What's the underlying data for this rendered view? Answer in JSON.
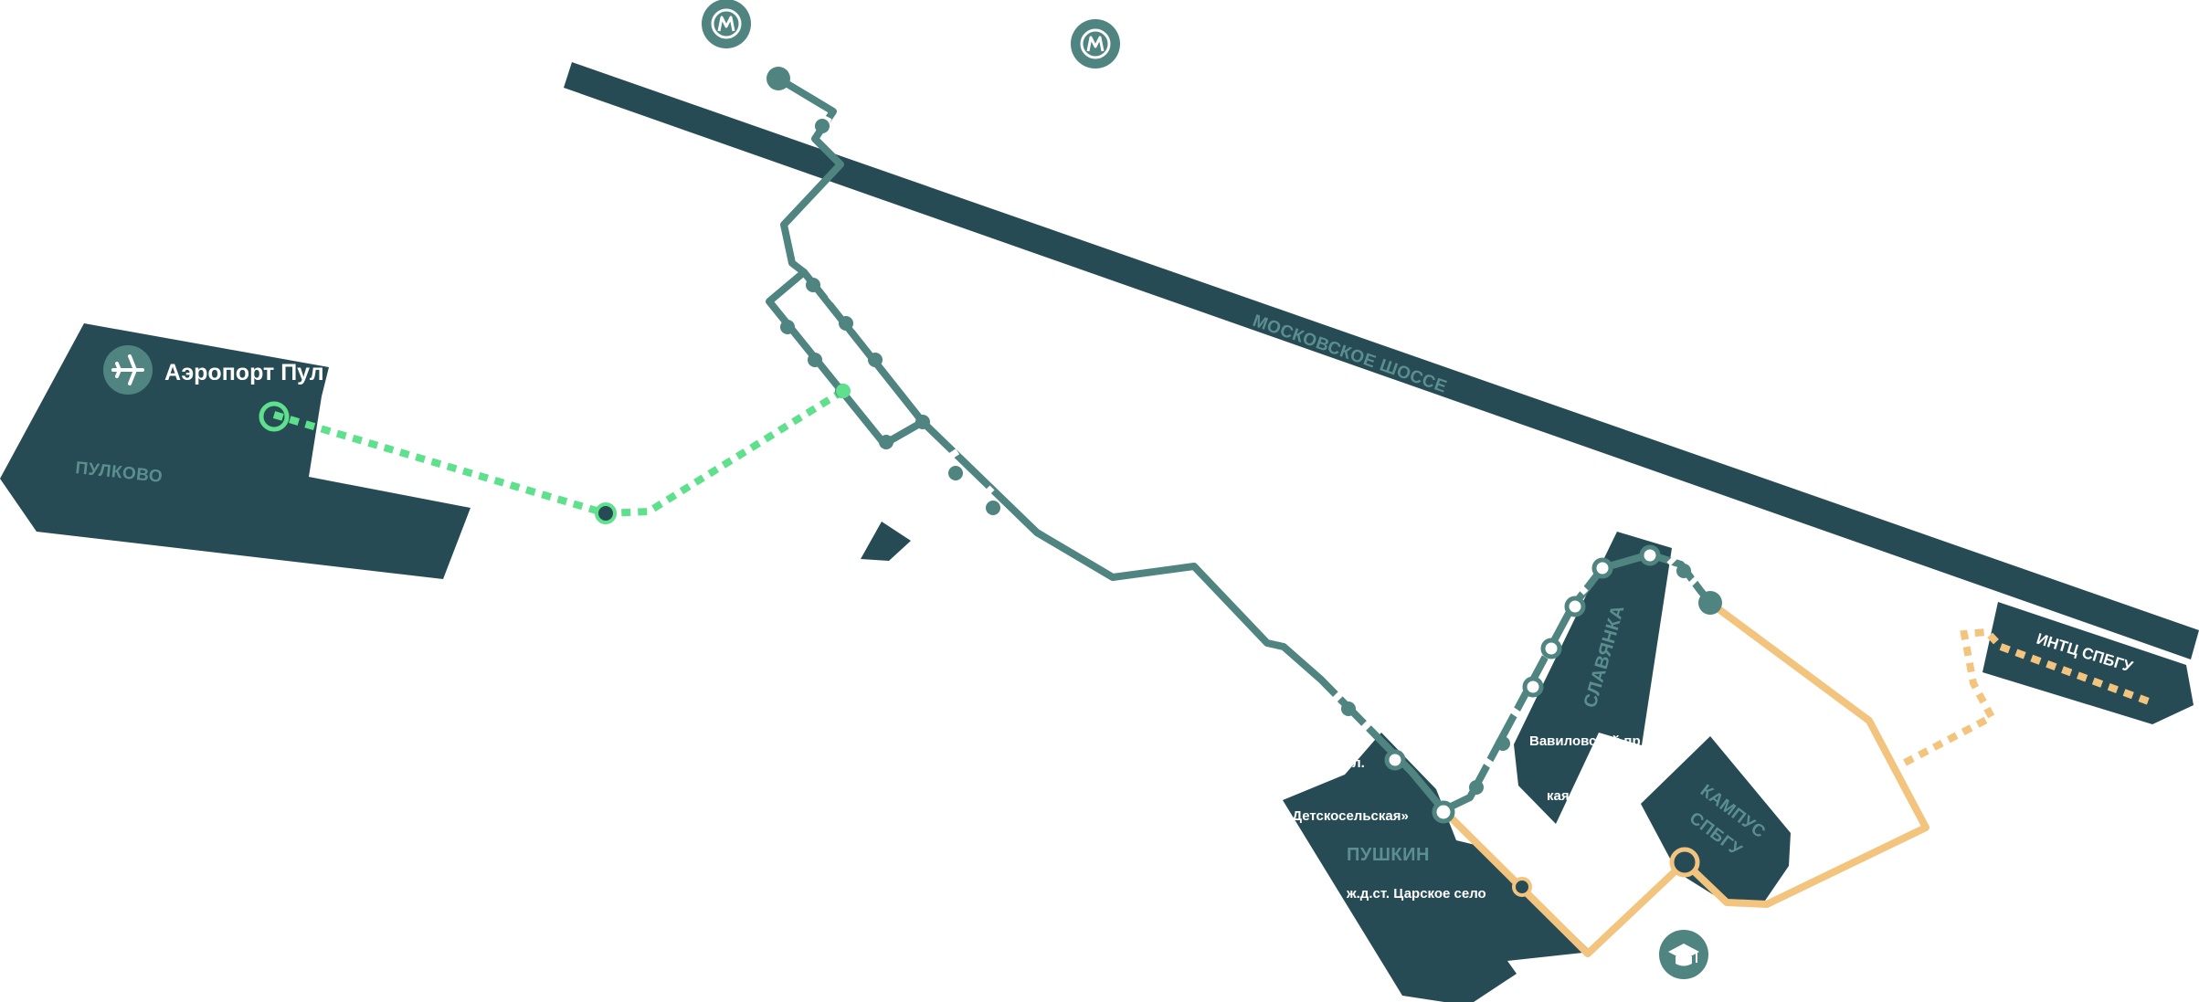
{
  "colors": {
    "district": "#274b55",
    "route_teal": "#4f8480",
    "route_green": "#5ee08c",
    "route_orange": "#f2c47e",
    "icon_bg": "#4f8480",
    "background": "#ffffff"
  },
  "icons": {
    "metro_1": "metro-icon",
    "metro_2": "metro-icon",
    "airport": "airplane-icon",
    "campus": "graduation-cap-icon"
  },
  "labels": {
    "airport": "Аэропорт Пул",
    "pulkovo": "ПУЛКОВО",
    "highway": "МОСКОВСКОЕ ШОССЕ",
    "slavyanka": "СЛАВЯНКА",
    "vavilovsky": "Вавиловский пр",
    "kaya_ul": "кая ул.",
    "ul": "ул.",
    "detskoselskaya": "«Детскосельская»",
    "pushkin": "ПУШКИН",
    "tsarskoe_selo": "ж.д.ст. Царское село",
    "campus_line1": "КАМПУС",
    "campus_line2": "СПБГУ",
    "intc": "ИНТЦ СПБГУ"
  }
}
